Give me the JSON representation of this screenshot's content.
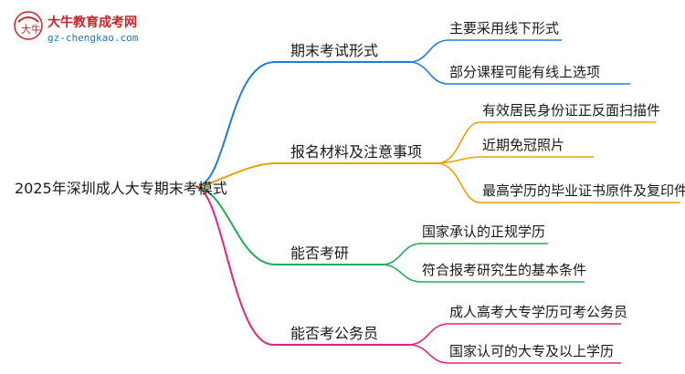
{
  "logo": {
    "name": "大牛教育成考网",
    "url_text": "gz-chengkao.com",
    "mark_text": "大牛"
  },
  "root": {
    "label": "2025年深圳成人大专期末考模式"
  },
  "branches": [
    {
      "label": "期末考试形式",
      "color": "#1d7ee0",
      "children": [
        {
          "label": "主要采用线下形式"
        },
        {
          "label": "部分课程可能有线上选项"
        }
      ]
    },
    {
      "label": "报名材料及注意事项",
      "color": "#e8a20c",
      "children": [
        {
          "label": "有效居民身份证正反面扫描件"
        },
        {
          "label": "近期免冠照片"
        },
        {
          "label": "最高学历的毕业证书原件及复印件"
        }
      ]
    },
    {
      "label": "能否考研",
      "color": "#1fae5a",
      "children": [
        {
          "label": "国家承认的正规学历"
        },
        {
          "label": "符合报考研究生的基本条件"
        }
      ]
    },
    {
      "label": "能否考公务员",
      "color": "#e6237a",
      "children": [
        {
          "label": "成人高考大专学历可考公务员"
        },
        {
          "label": "国家认可的大专及以上学历"
        }
      ]
    }
  ]
}
